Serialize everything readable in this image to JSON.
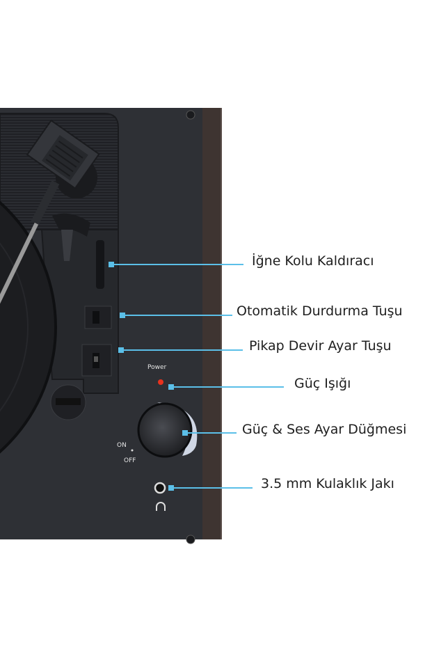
{
  "panel_text": {
    "power": "Power",
    "on": "ON",
    "off": "OFF"
  },
  "callouts": [
    {
      "label": "İğne Kolu Kaldıracı"
    },
    {
      "label": "Otomatik Durdurma Tuşu"
    },
    {
      "label": "Pikap Devir Ayar Tuşu"
    },
    {
      "label": "Güç Işığı"
    },
    {
      "label": "Güç & Ses Ayar Düğmesi"
    },
    {
      "label": "3.5 mm Kulaklık Jakı"
    }
  ],
  "colors": {
    "callout_line": "#5bbfe8",
    "panel": "#2e3035",
    "wood": "#3e3431",
    "power_led": "#e8321e"
  }
}
